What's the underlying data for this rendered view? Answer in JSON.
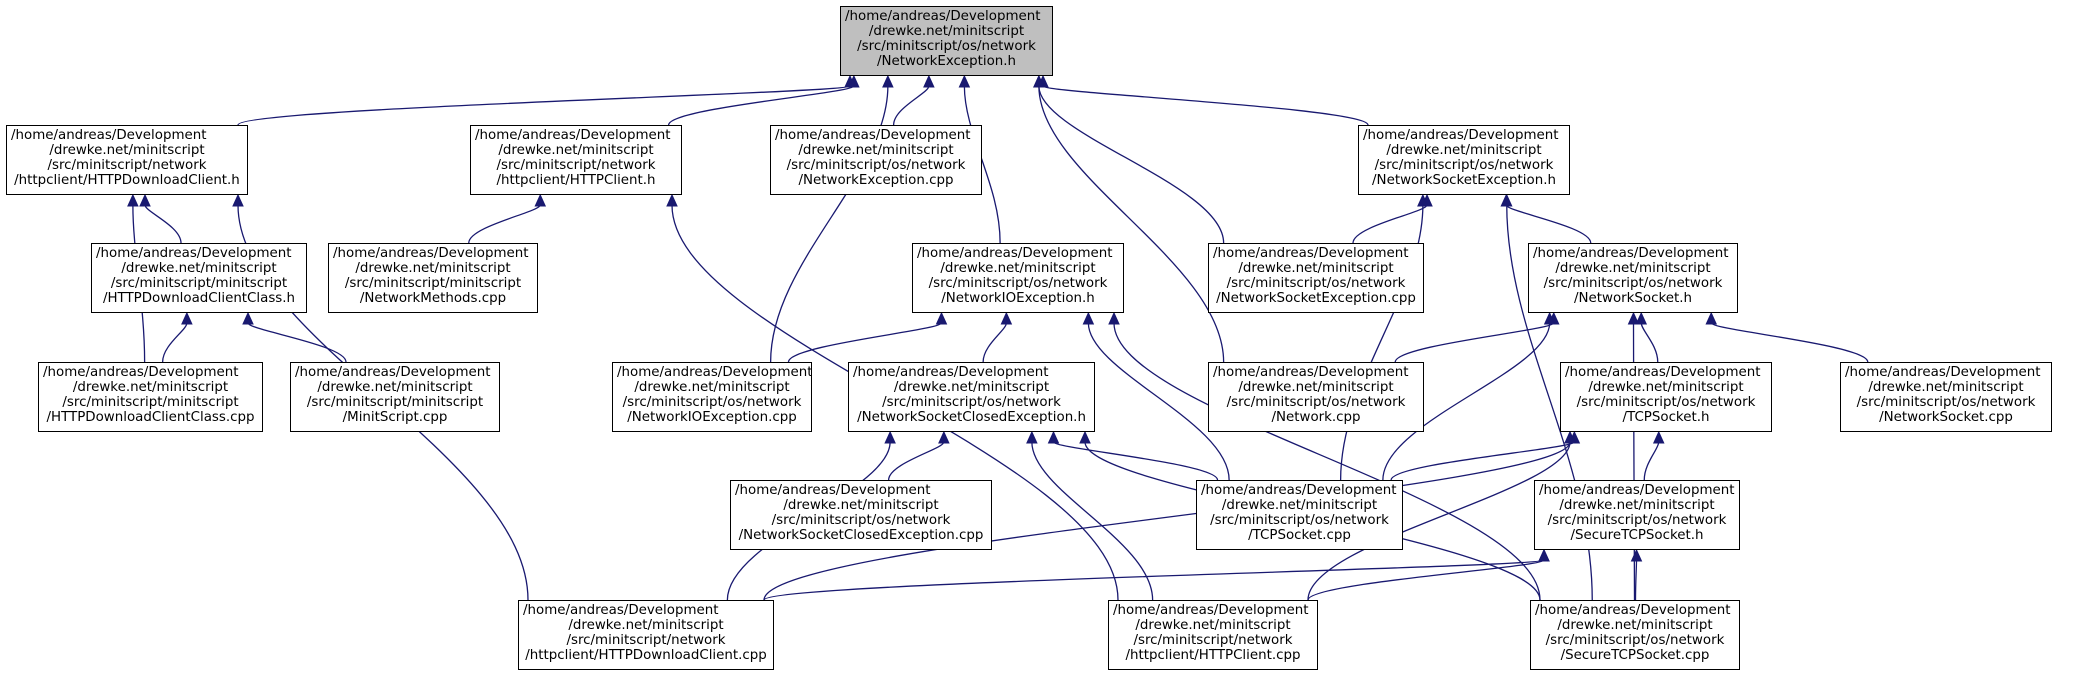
{
  "colors": {
    "edge": "#191970",
    "border": "#000000",
    "root_fill": "#bfbfbf",
    "node_fill": "#ffffff"
  },
  "nodes": {
    "n0": [
      "/home/andreas/Development",
      "/drewke.net/minitscript",
      "/src/minitscript/os/network",
      "/NetworkException.h"
    ],
    "n1": [
      "/home/andreas/Development",
      "/drewke.net/minitscript",
      "/src/minitscript/network",
      "/httpclient/HTTPDownloadClient.h"
    ],
    "n2": [
      "/home/andreas/Development",
      "/drewke.net/minitscript",
      "/src/minitscript/network",
      "/httpclient/HTTPClient.h"
    ],
    "n3": [
      "/home/andreas/Development",
      "/drewke.net/minitscript",
      "/src/minitscript/os/network",
      "/NetworkException.cpp"
    ],
    "n4": [
      "/home/andreas/Development",
      "/drewke.net/minitscript",
      "/src/minitscript/os/network",
      "/NetworkSocketException.h"
    ],
    "n5": [
      "/home/andreas/Development",
      "/drewke.net/minitscript",
      "/src/minitscript/minitscript",
      "/HTTPDownloadClientClass.h"
    ],
    "n6": [
      "/home/andreas/Development",
      "/drewke.net/minitscript",
      "/src/minitscript/minitscript",
      "/NetworkMethods.cpp"
    ],
    "n7": [
      "/home/andreas/Development",
      "/drewke.net/minitscript",
      "/src/minitscript/os/network",
      "/NetworkIOException.h"
    ],
    "n8": [
      "/home/andreas/Development",
      "/drewke.net/minitscript",
      "/src/minitscript/os/network",
      "/NetworkSocketException.cpp"
    ],
    "n9": [
      "/home/andreas/Development",
      "/drewke.net/minitscript",
      "/src/minitscript/os/network",
      "/NetworkSocket.h"
    ],
    "n10": [
      "/home/andreas/Development",
      "/drewke.net/minitscript",
      "/src/minitscript/minitscript",
      "/HTTPDownloadClientClass.cpp"
    ],
    "n11": [
      "/home/andreas/Development",
      "/drewke.net/minitscript",
      "/src/minitscript/minitscript",
      "/MinitScript.cpp"
    ],
    "n12": [
      "/home/andreas/Development",
      "/drewke.net/minitscript",
      "/src/minitscript/os/network",
      "/NetworkIOException.cpp"
    ],
    "n13": [
      "/home/andreas/Development",
      "/drewke.net/minitscript",
      "/src/minitscript/os/network",
      "/NetworkSocketClosedException.h"
    ],
    "n14": [
      "/home/andreas/Development",
      "/drewke.net/minitscript",
      "/src/minitscript/os/network",
      "/Network.cpp"
    ],
    "n15": [
      "/home/andreas/Development",
      "/drewke.net/minitscript",
      "/src/minitscript/os/network",
      "/TCPSocket.h"
    ],
    "n16": [
      "/home/andreas/Development",
      "/drewke.net/minitscript",
      "/src/minitscript/os/network",
      "/NetworkSocket.cpp"
    ],
    "n17": [
      "/home/andreas/Development",
      "/drewke.net/minitscript",
      "/src/minitscript/os/network",
      "/NetworkSocketClosedException.cpp"
    ],
    "n18": [
      "/home/andreas/Development",
      "/drewke.net/minitscript",
      "/src/minitscript/os/network",
      "/TCPSocket.cpp"
    ],
    "n19": [
      "/home/andreas/Development",
      "/drewke.net/minitscript",
      "/src/minitscript/os/network",
      "/SecureTCPSocket.h"
    ],
    "n20": [
      "/home/andreas/Development",
      "/drewke.net/minitscript",
      "/src/minitscript/network",
      "/httpclient/HTTPDownloadClient.cpp"
    ],
    "n21": [
      "/home/andreas/Development",
      "/drewke.net/minitscript",
      "/src/minitscript/network",
      "/httpclient/HTTPClient.cpp"
    ],
    "n22": [
      "/home/andreas/Development",
      "/drewke.net/minitscript",
      "/src/minitscript/os/network",
      "/SecureTCPSocket.cpp"
    ]
  },
  "edges": [
    [
      "n1",
      "n0"
    ],
    [
      "n2",
      "n0"
    ],
    [
      "n3",
      "n0"
    ],
    [
      "n4",
      "n0"
    ],
    [
      "n12",
      "n0"
    ],
    [
      "n7",
      "n0"
    ],
    [
      "n14",
      "n0"
    ],
    [
      "n8",
      "n0"
    ],
    [
      "n5",
      "n1"
    ],
    [
      "n10",
      "n1"
    ],
    [
      "n20",
      "n1"
    ],
    [
      "n6",
      "n2"
    ],
    [
      "n21",
      "n2"
    ],
    [
      "n8",
      "n4"
    ],
    [
      "n9",
      "n4"
    ],
    [
      "n18",
      "n4"
    ],
    [
      "n22",
      "n4"
    ],
    [
      "n10",
      "n5"
    ],
    [
      "n11",
      "n5"
    ],
    [
      "n12",
      "n7"
    ],
    [
      "n13",
      "n7"
    ],
    [
      "n18",
      "n7"
    ],
    [
      "n22",
      "n7"
    ],
    [
      "n14",
      "n9"
    ],
    [
      "n15",
      "n9"
    ],
    [
      "n16",
      "n9"
    ],
    [
      "n18",
      "n9"
    ],
    [
      "n22",
      "n9"
    ],
    [
      "n17",
      "n13"
    ],
    [
      "n18",
      "n13"
    ],
    [
      "n20",
      "n13"
    ],
    [
      "n21",
      "n13"
    ],
    [
      "n22",
      "n13"
    ],
    [
      "n18",
      "n15"
    ],
    [
      "n19",
      "n15"
    ],
    [
      "n20",
      "n15"
    ],
    [
      "n21",
      "n15"
    ],
    [
      "n20",
      "n19"
    ],
    [
      "n21",
      "n19"
    ],
    [
      "n22",
      "n19"
    ]
  ]
}
